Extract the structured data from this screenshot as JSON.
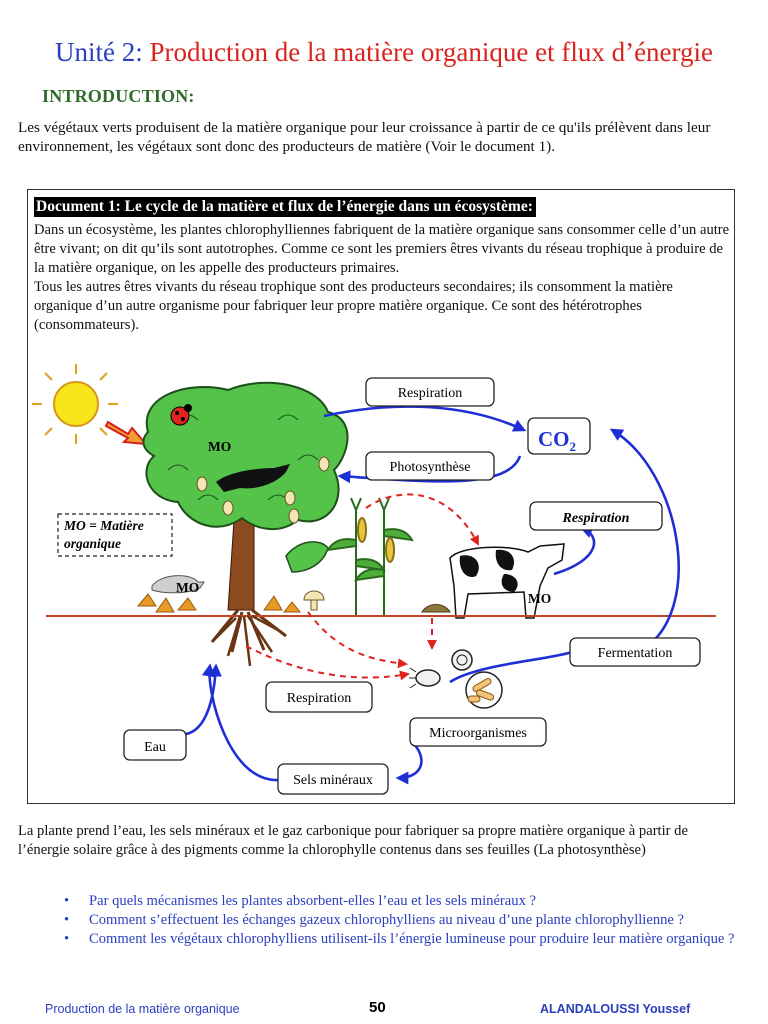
{
  "header": {
    "unit": "Unité 2:",
    "title": "Production de la matière organique et flux d’énergie"
  },
  "introduction": {
    "heading": "INTRODUCTION:",
    "text": "Les végétaux verts produisent de la matière organique pour leur croissance à partir de ce qu'ils prélèvent dans leur environnement, les végétaux sont donc des producteurs de matière (Voir le document 1)."
  },
  "document1": {
    "heading": "Document 1: Le cycle de la matière et flux de l’énergie dans un écosystème:",
    "paragraph1": "Dans un écosystème, les plantes chlorophylliennes fabriquent de la matière organique sans consommer celle d’un autre être vivant; on dit qu’ils sont autotrophes. Comme ce sont les premiers êtres vivants du réseau trophique à produire de la matière organique, on les appelle des producteurs primaires.",
    "paragraph2": "Tous les autres êtres vivants du réseau trophique sont des producteurs secondaires; ils consomment la matière organique d’un autre organisme pour fabriquer leur propre matière organique. Ce sont des hétérotrophes (consommateurs)."
  },
  "diagram": {
    "labels": {
      "respiration_top": "Respiration",
      "photosynthese": "Photosynthèse",
      "co2_main": "CO",
      "co2_sub": "2",
      "respiration_right": "Respiration",
      "mo_tree": "MO",
      "mo_ground": "MO",
      "mo_cow": "MO",
      "legend_line1": "MO = Matière",
      "legend_line2": "organique",
      "fermentation": "Fermentation",
      "respiration_bottom": "Respiration",
      "microorganismes": "Microorganismes",
      "eau": "Eau",
      "sels_mineraux": "Sels minéraux"
    },
    "colors": {
      "arrow_blue": "#1f2fd6",
      "arrow_red": "#e0231e",
      "ground": "#c0452b",
      "foliage": "#55c24a",
      "sun": "#f6e61a"
    }
  },
  "below": {
    "text": "La plante prend l’eau, les sels minéraux et le gaz carbonique pour fabriquer sa propre matière organique à partir de l’énergie solaire grâce à des pigments comme la chlorophylle contenus dans ses feuilles (La photosynthèse)"
  },
  "questions": [
    "Par quels mécanismes les plantes absorbent-elles l’eau et les sels minéraux ?",
    "Comment s’effectuent les échanges gazeux chlorophylliens au niveau d’une plante chlorophyllienne ?",
    "Comment les végétaux chlorophylliens utilisent-ils l’énergie lumineuse pour produire leur matière organique ?"
  ],
  "footer": {
    "left": "Production de la matière organique",
    "page": "50",
    "right": "ALANDALOUSSI Youssef"
  }
}
